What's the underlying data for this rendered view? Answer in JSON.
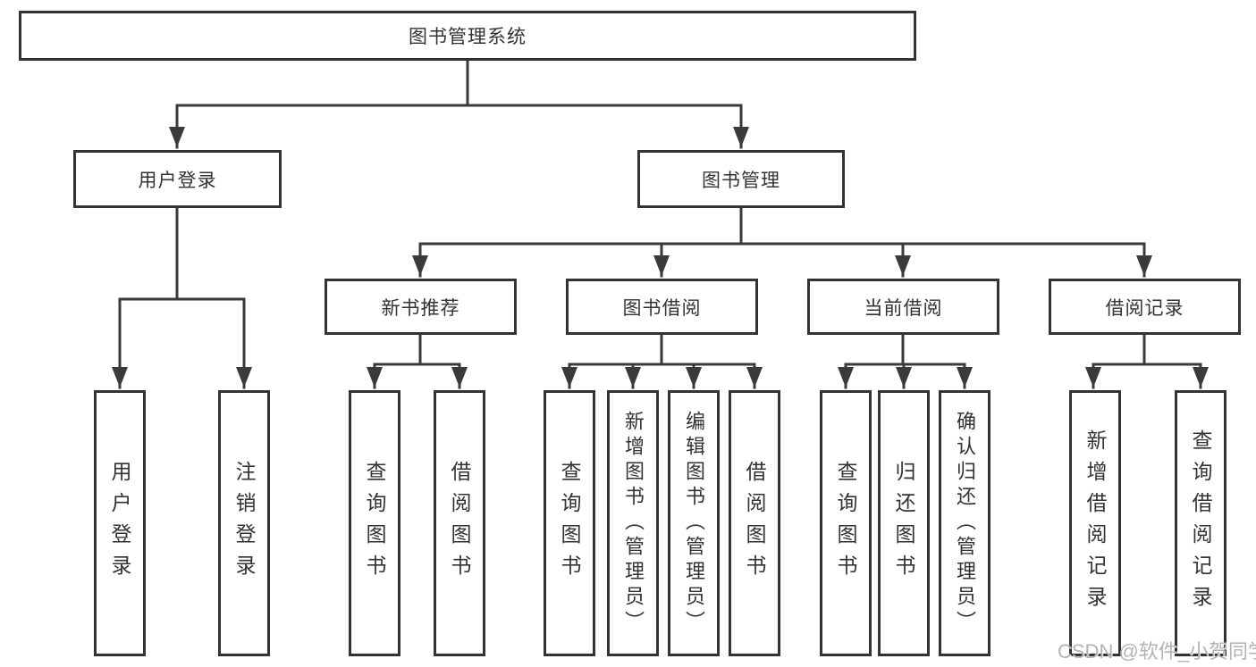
{
  "diagram": {
    "root": "图书管理系统",
    "level2": {
      "user": "用户登录",
      "book": "图书管理"
    },
    "level3": {
      "recommend": "新书推荐",
      "borrow": "图书借阅",
      "current": "当前借阅",
      "records": "借阅记录"
    },
    "leaves": {
      "user_login": "用户登录",
      "user_logout": "注销登录",
      "rec_query": "查询图书",
      "rec_borrow": "借阅图书",
      "bor_query": "查询图书",
      "bor_add_admin": "新增图书（管理员）",
      "bor_edit_admin": "编辑图书（管理员）",
      "bor_borrow": "借阅图书",
      "cur_query": "查询图书",
      "cur_return": "归还图书",
      "cur_confirm_admin": "确认归还（管理员）",
      "records_add": "新增借阅记录",
      "records_query": "查询借阅记录"
    }
  },
  "watermark": "CSDN @软件_小贺同学",
  "colors": {
    "line": "#3a3a3a",
    "border": "#333333",
    "text": "#333333",
    "watermark": "#b3b3b3",
    "background": "#ffffff"
  }
}
